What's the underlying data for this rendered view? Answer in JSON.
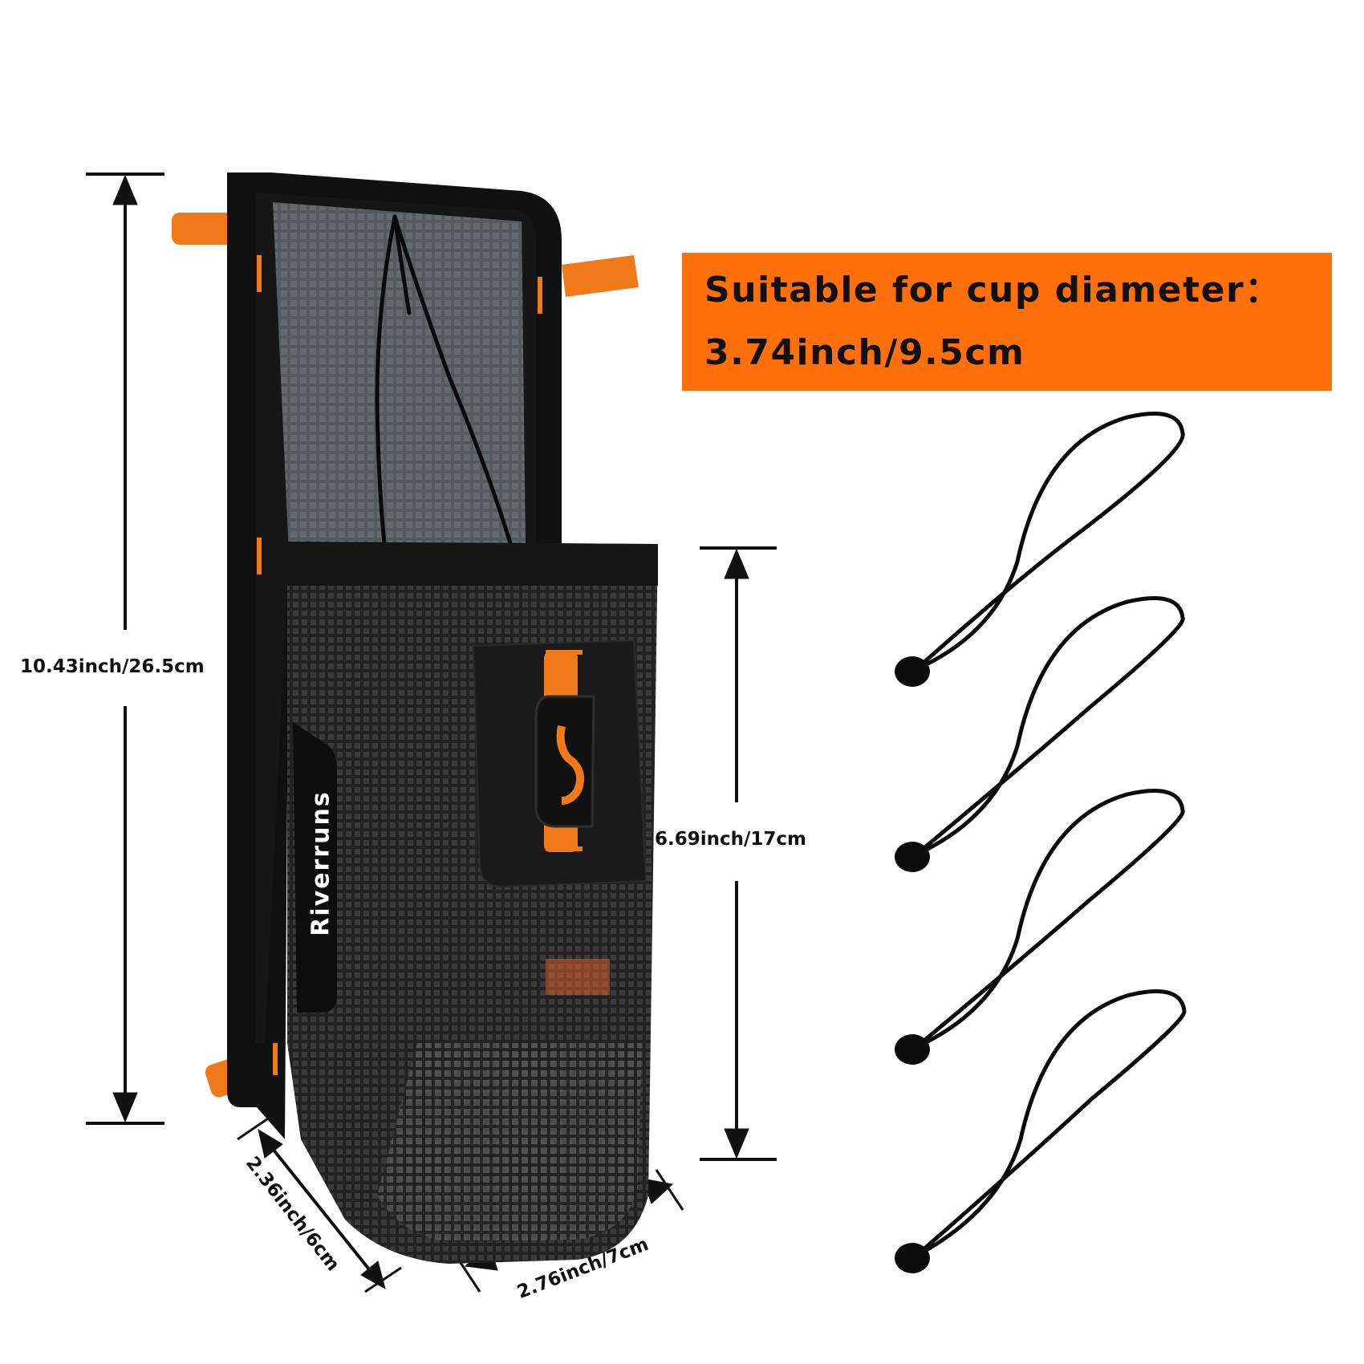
{
  "banner": {
    "line1": "Suitable for cup diameter：",
    "line2": "3.74inch/9.5cm",
    "color": "#ff6f0a"
  },
  "dimensions": {
    "total_height": "10.43inch/26.5cm",
    "cup_height": "6.69inch/17cm",
    "depth": "2.36inch/6cm",
    "width": "2.76inch/7cm"
  },
  "product": {
    "brand": "Riverruns",
    "body_color": "#1c1c1c",
    "accent_color": "#f07a1a",
    "bungee_cord_count": 4
  }
}
